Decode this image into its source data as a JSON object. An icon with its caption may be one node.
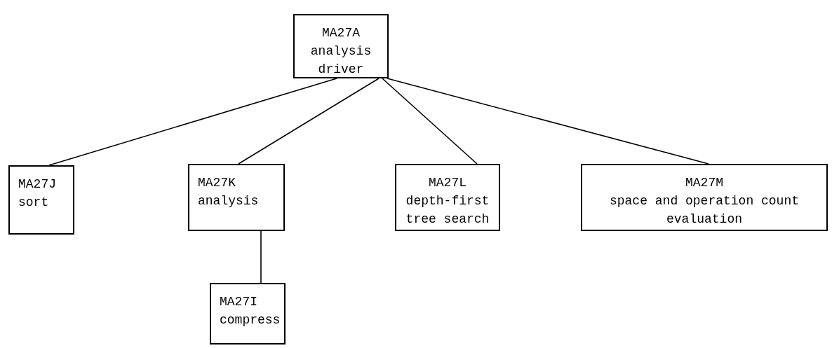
{
  "diagram": {
    "nodes": [
      {
        "text": [
          "MA27A",
          "analysis driver"
        ]
      },
      {
        "text": [
          "MA27J",
          "sort"
        ]
      },
      {
        "text": [
          "MA27K",
          "analysis"
        ]
      },
      {
        "text": [
          "MA27I",
          "compress"
        ]
      },
      {
        "text": [
          "MA27L",
          "depth-first tree search"
        ]
      },
      {
        "text": [
          "MA27M",
          "space and operation count evaluation"
        ]
      }
    ],
    "edges": [
      {
        "from": 0,
        "to": 1,
        "arrow": "none"
      },
      {
        "from": 0,
        "to": 2,
        "arrow": "none"
      },
      {
        "from": 0,
        "to": 4,
        "arrow": "none"
      },
      {
        "from": 0,
        "to": 5,
        "arrow": "none"
      },
      {
        "from": 2,
        "to": 3,
        "arrow": "none"
      }
    ]
  }
}
